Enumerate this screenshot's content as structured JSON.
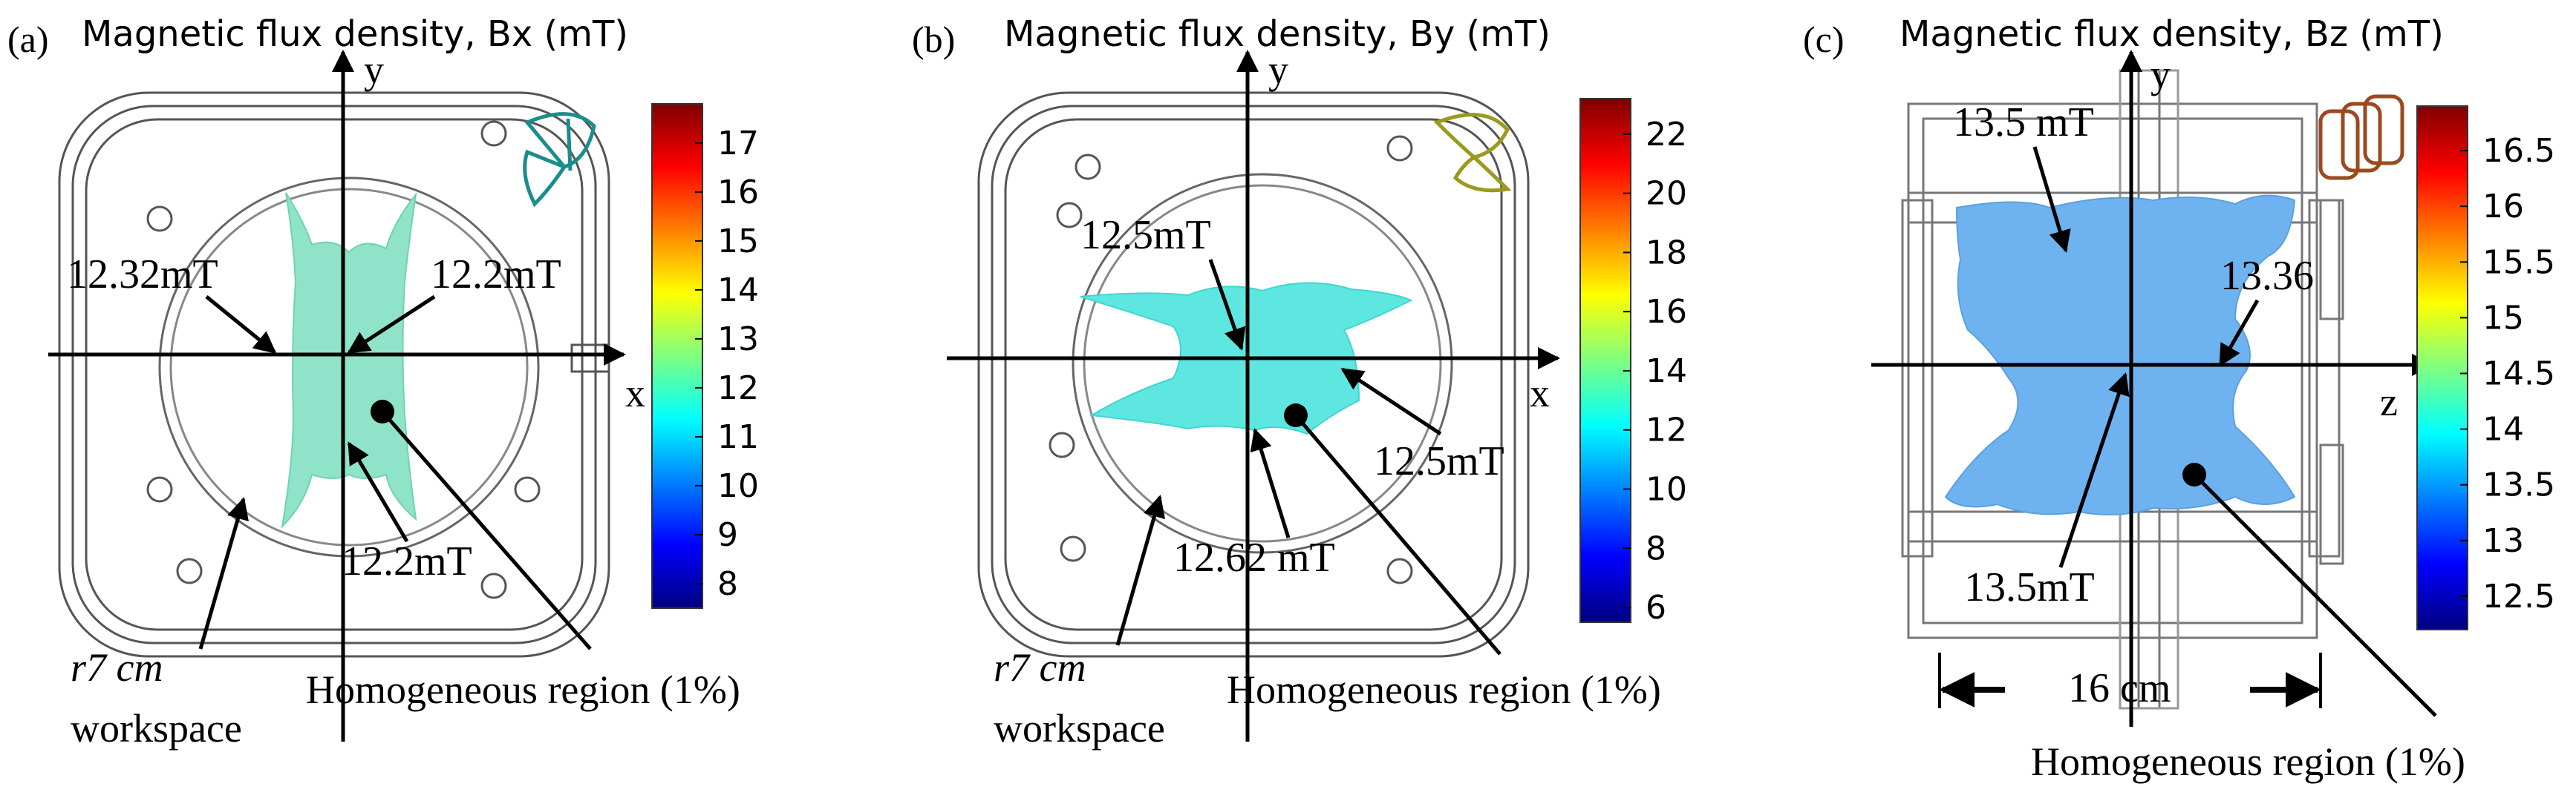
{
  "panels": [
    {
      "label": "(a)",
      "title": "Magnetic flux density, Bx (mT)",
      "axis_vertical": "y",
      "axis_horizontal": "x",
      "colorbar": {
        "ticks": [
          "17",
          "16",
          "15",
          "14",
          "13",
          "12",
          "11",
          "10",
          "9",
          "8"
        ],
        "min": 7.5,
        "max": 17.8
      },
      "annotations": [
        "12.32mT",
        "12.2mT",
        "12.2mT"
      ],
      "region_label": "Homogeneous region (1%)",
      "workspace_label": [
        "r7  cm",
        "workspace"
      ],
      "colors": {
        "region": "#8fe3c8",
        "coil_icon": "#1a8d8d"
      }
    },
    {
      "label": "(b)",
      "title": "Magnetic flux density, By (mT)",
      "axis_vertical": "y",
      "axis_horizontal": "x",
      "colorbar": {
        "ticks": [
          "22",
          "20",
          "18",
          "16",
          "14",
          "12",
          "10",
          "8",
          "6"
        ],
        "min": 5.5,
        "max": 23.2
      },
      "annotations": [
        "12.5mT",
        "12.5mT",
        "12.62 mT"
      ],
      "region_label": "Homogeneous region (1%)",
      "workspace_label": [
        "r7  cm",
        "workspace"
      ],
      "colors": {
        "region": "#5ee6e0",
        "coil_icon": "#9a9a1c"
      }
    },
    {
      "label": "(c)",
      "title": "Magnetic flux density, Bz (mT)",
      "axis_vertical": "y",
      "axis_horizontal": "z",
      "colorbar": {
        "ticks": [
          "16.5",
          "16",
          "15.5",
          "15",
          "14.5",
          "14",
          "13.5",
          "13",
          "12.5"
        ],
        "min": 12.2,
        "max": 16.9
      },
      "annotations": [
        "13.5 mT",
        "13.36",
        "13.5mT"
      ],
      "dimension_label": "16 cm",
      "region_label": "Homogeneous region (1%)",
      "colors": {
        "region": "#6fb2f0",
        "coil_icon": "#9b4a1e"
      }
    }
  ]
}
